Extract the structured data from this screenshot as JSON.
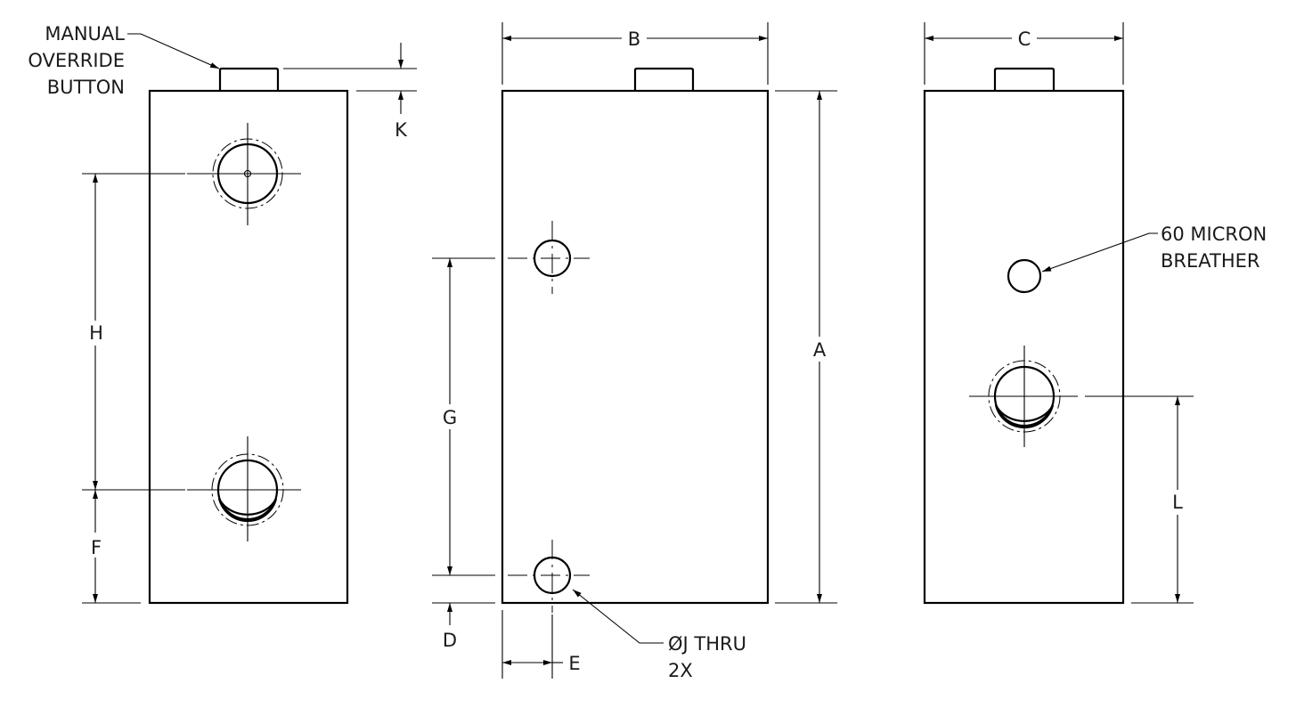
{
  "labels": {
    "manual_override": [
      "MANUAL",
      "OVERRIDE",
      "BUTTON"
    ],
    "breather": [
      "60 MICRON",
      "BREATHER"
    ],
    "thru_hole": [
      "ØJ THRU",
      "2X"
    ]
  },
  "dimensions": {
    "A": "A",
    "B": "B",
    "C": "C",
    "D": "D",
    "E": "E",
    "F": "F",
    "G": "G",
    "H": "H",
    "K": "K",
    "L": "L"
  }
}
